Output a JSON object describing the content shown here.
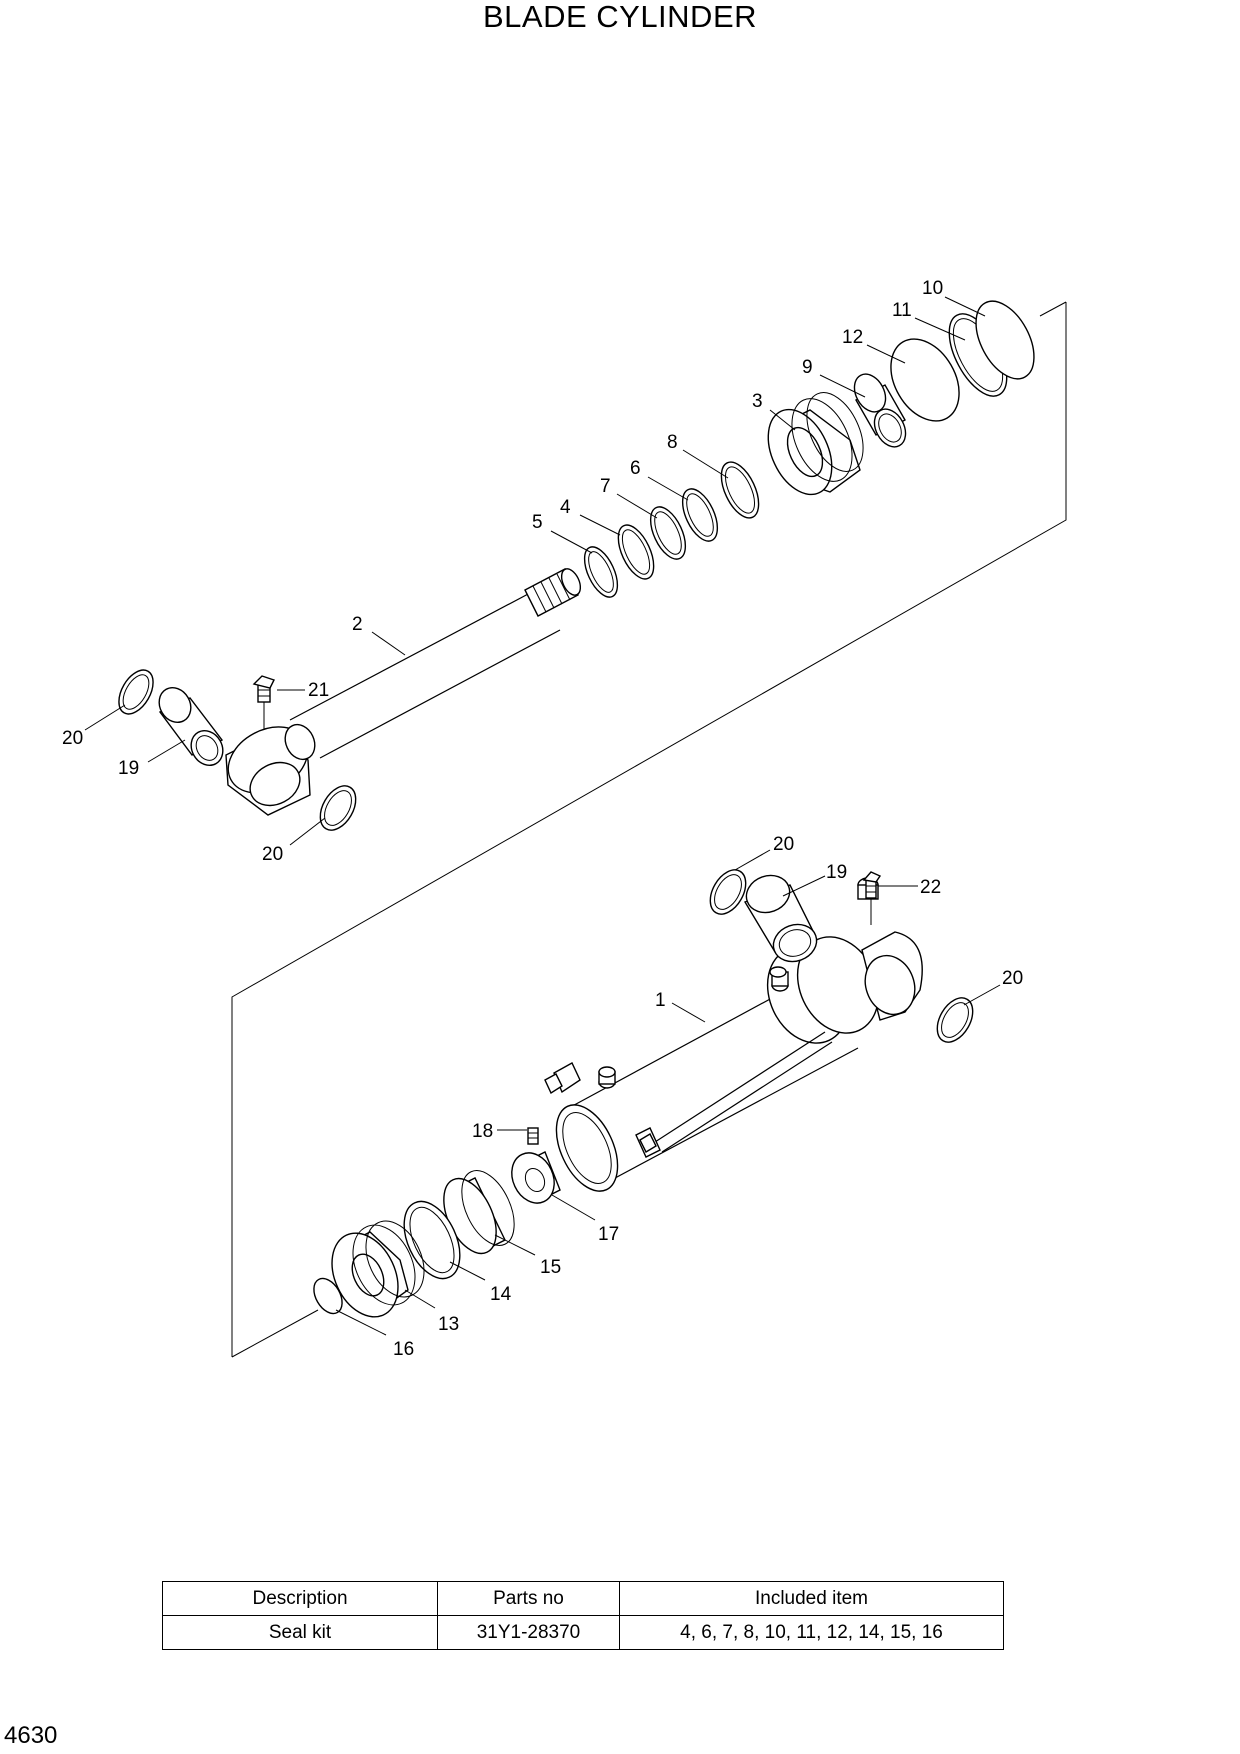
{
  "title": "BLADE CYLINDER",
  "page_number": "4630",
  "callouts": {
    "c1": "1",
    "c2": "2",
    "c3": "3",
    "c4": "4",
    "c5": "5",
    "c6": "6",
    "c7": "7",
    "c8": "8",
    "c9": "9",
    "c10": "10",
    "c11": "11",
    "c12": "12",
    "c13": "13",
    "c14": "14",
    "c15": "15",
    "c16": "16",
    "c17": "17",
    "c18": "18",
    "c19a": "19",
    "c19b": "19",
    "c20a": "20",
    "c20b": "20",
    "c20c": "20",
    "c20d": "20",
    "c21": "21",
    "c22": "22"
  },
  "table": {
    "headers": [
      "Description",
      "Parts no",
      "Included item"
    ],
    "rows": [
      [
        "Seal kit",
        "31Y1-28370",
        "4, 6, 7, 8, 10, 11, 12, 14, 15, 16"
      ]
    ]
  }
}
